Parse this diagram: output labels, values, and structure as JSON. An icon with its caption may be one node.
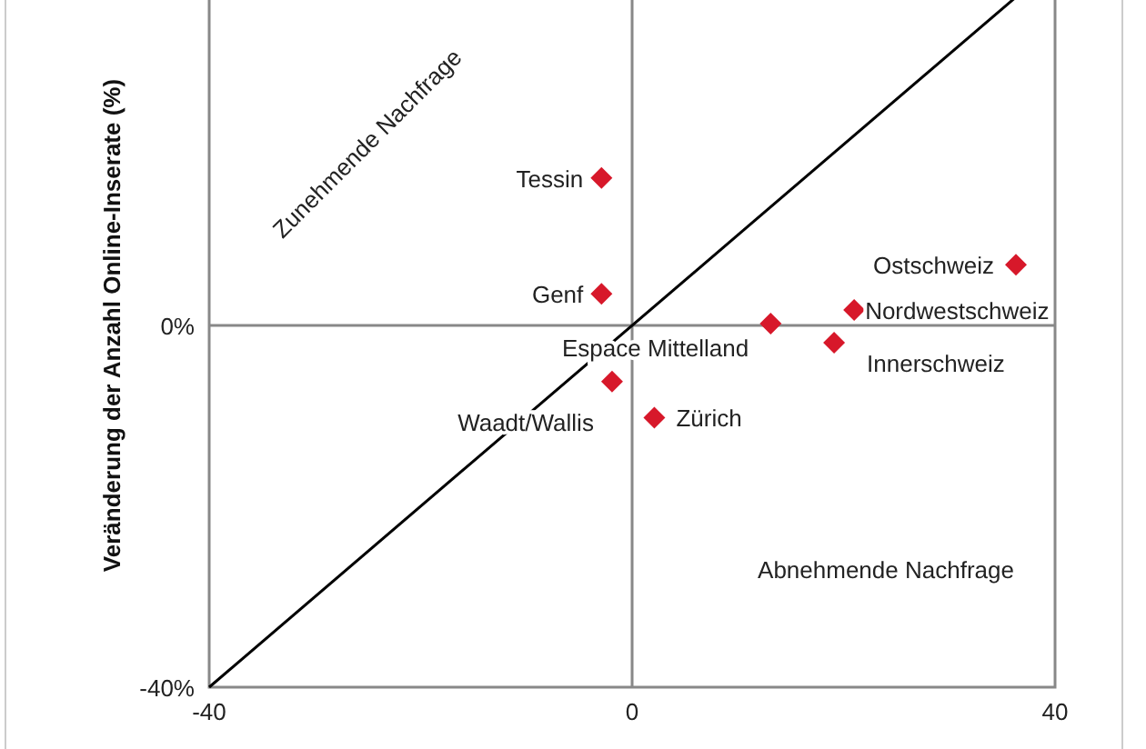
{
  "diagram": {
    "labels": [
      "Zunehmende Nachfrage",
      "Abnehmende Nachfrage"
    ],
    "chart_data": {
      "type": "scatter",
      "ylabel": "Veränderung der Anzahl Online-Inserate (%)",
      "xlim": [
        -40,
        40
      ],
      "ylim": [
        -40,
        40
      ],
      "xticks": [
        -40,
        0,
        40
      ],
      "yticks": [
        {
          "value": -40,
          "label": "-40%"
        },
        {
          "value": 0,
          "label": "0%"
        }
      ],
      "series": [
        {
          "color": "#d7182a",
          "x": [
            -2.9,
            -2.9,
            36.3,
            21.0,
            13.1,
            19.1,
            -1.9,
            2.1
          ],
          "values": [
            16.3,
            3.5,
            6.7,
            1.7,
            0.2,
            -1.9,
            -6.2,
            -10.2
          ]
        },
        {
          "type": "line",
          "color": "#000000",
          "x": [
            -40,
            40
          ],
          "values": [
            -40,
            40
          ]
        }
      ],
      "annotations": [
        {
          "text": "Tessin",
          "x": -2.9,
          "y": 16.3
        },
        {
          "text": "Genf",
          "x": -2.9,
          "y": 3.5
        },
        {
          "text": "Ostschweiz",
          "x": 36.3,
          "y": 6.7
        },
        {
          "text": "Nordwestschweiz",
          "x": 21.0,
          "y": 1.7
        },
        {
          "text": "Espace Mittelland",
          "x": 13.1,
          "y": 0.2
        },
        {
          "text": "Innerschweiz",
          "x": 19.1,
          "y": -1.9
        },
        {
          "text": "Waadt/Wallis",
          "x": -1.9,
          "y": -6.2
        },
        {
          "text": "Zürich",
          "x": 2.1,
          "y": -10.2
        }
      ]
    }
  }
}
